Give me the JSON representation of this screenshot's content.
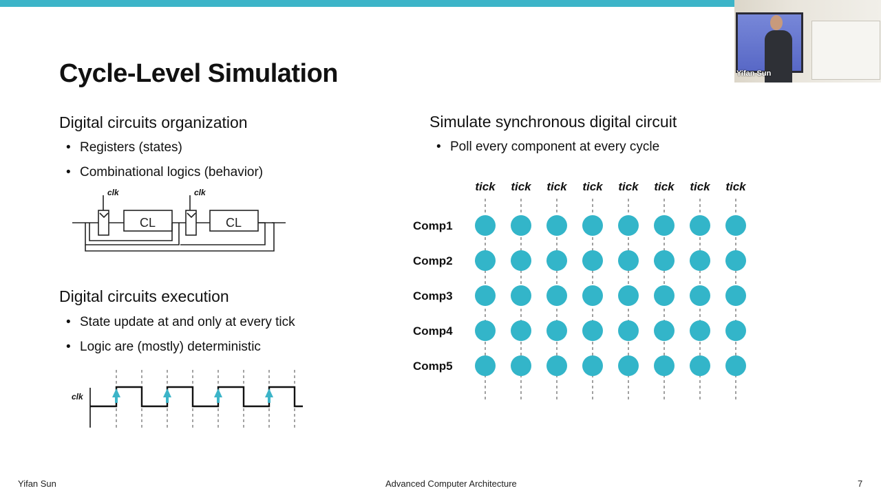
{
  "slide": {
    "title": "Cycle-Level Simulation",
    "left_heading_1": "Digital circuits organization",
    "left_bullets_1": [
      "Registers (states)",
      "Combinational logics (behavior)"
    ],
    "left_heading_2": "Digital circuits execution",
    "left_bullets_2": [
      "State update at and only at every tick",
      "Logic are (mostly) deterministic"
    ],
    "right_heading": "Simulate synchronous digital circuit",
    "right_bullets": [
      "Poll every component at every cycle"
    ]
  },
  "circuit_diagram": {
    "clk_labels": [
      "clk",
      "clk"
    ],
    "logic_labels": [
      "CL",
      "CL"
    ]
  },
  "clock_diagram": {
    "label": "clk",
    "rising_edges": 4
  },
  "tick_grid": {
    "tick_label": "tick",
    "ticks": [
      "tick",
      "tick",
      "tick",
      "tick",
      "tick",
      "tick",
      "tick",
      "tick"
    ],
    "components": [
      "Comp1",
      "Comp2",
      "Comp3",
      "Comp4",
      "Comp5"
    ],
    "dot_color": "#33b5c9"
  },
  "footer": {
    "presenter": "Yifan Sun",
    "course": "Advanced Computer Architecture",
    "page": "7"
  },
  "video": {
    "label": "Yifan Sun"
  },
  "colors": {
    "accent": "#3cb4c8"
  }
}
